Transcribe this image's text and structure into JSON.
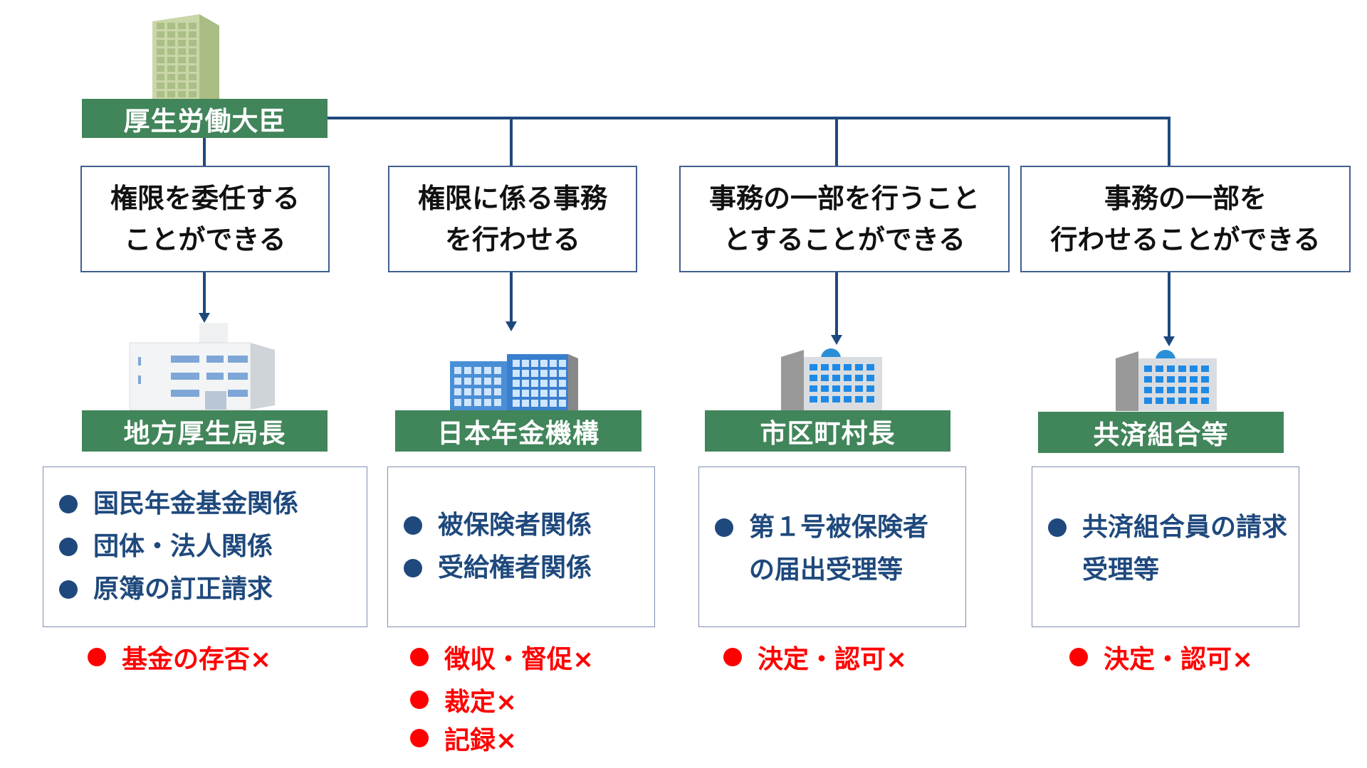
{
  "minister": {
    "label": "厚生労働大臣"
  },
  "relations": [
    {
      "lines": [
        "権限を委任する",
        "ことができる"
      ]
    },
    {
      "lines": [
        "権限に係る事務",
        "を行わせる"
      ]
    },
    {
      "lines": [
        "事務の一部を行うこと",
        "とすることができる"
      ]
    },
    {
      "lines": [
        "事務の一部を",
        "行わせることができる"
      ]
    }
  ],
  "agencies": [
    {
      "label": "地方厚生局長",
      "items": [
        "国民年金基金関係",
        "団体・法人関係",
        "原簿の訂正請求"
      ],
      "not_allowed": [
        "基金の存否×"
      ]
    },
    {
      "label": "日本年金機構",
      "items": [
        "被保険者関係",
        "受給権者関係"
      ],
      "not_allowed": [
        "徴収・督促×",
        "裁定×",
        "記録×"
      ]
    },
    {
      "label": "市区町村長",
      "items": [
        "第１号被保険者の届出受理等"
      ],
      "not_allowed": [
        "決定・認可×"
      ]
    },
    {
      "label": "共済組合等",
      "items": [
        "共済組合員の請求受理等"
      ],
      "not_allowed": [
        "決定・認可×"
      ]
    }
  ],
  "colors": {
    "green": "#41855a",
    "navy": "#1f497d",
    "red": "#ff0000"
  }
}
